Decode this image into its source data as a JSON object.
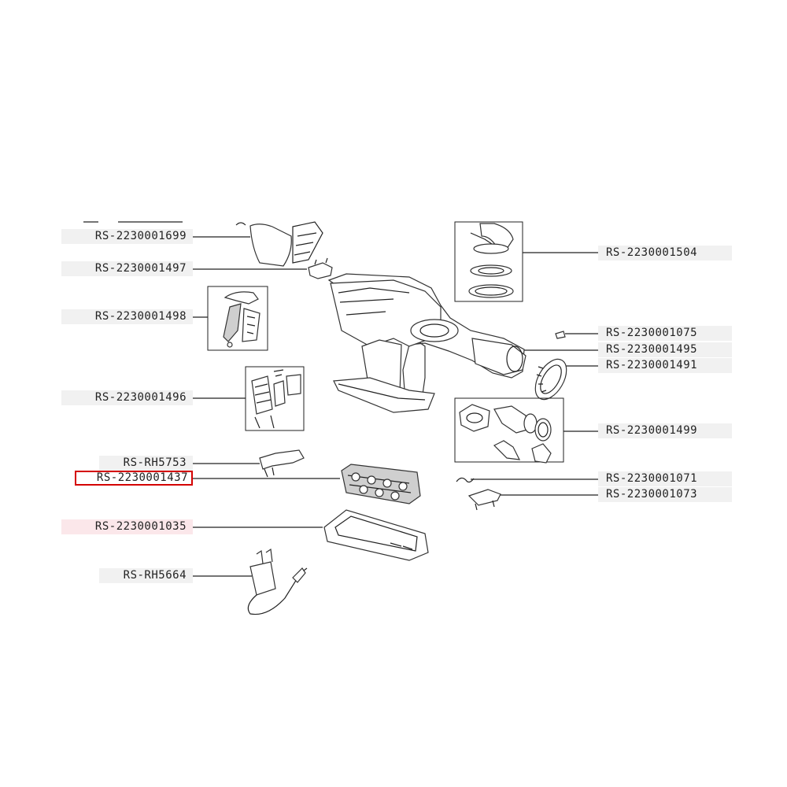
{
  "diagram": {
    "labels_left": [
      {
        "id": "1699",
        "text": "RS-2230001699"
      },
      {
        "id": "1497",
        "text": "RS-2230001497"
      },
      {
        "id": "1498",
        "text": "RS-2230001498"
      },
      {
        "id": "1496",
        "text": "RS-2230001496"
      },
      {
        "id": "5753",
        "text": "RS-RH5753"
      },
      {
        "id": "1437",
        "text": "RS-2230001437"
      },
      {
        "id": "1035",
        "text": "RS-2230001035"
      },
      {
        "id": "5664",
        "text": "RS-RH5664"
      }
    ],
    "labels_right": [
      {
        "id": "1504",
        "text": "RS-2230001504"
      },
      {
        "id": "1075",
        "text": "RS-2230001075"
      },
      {
        "id": "1495",
        "text": "RS-2230001495"
      },
      {
        "id": "1491",
        "text": "RS-2230001491"
      },
      {
        "id": "1499",
        "text": "RS-2230001499"
      },
      {
        "id": "1071",
        "text": "RS-2230001071"
      },
      {
        "id": "1073",
        "text": "RS-2230001073"
      }
    ],
    "highlighted_part": "RS-2230001437",
    "colors": {
      "highlight": "#d40000",
      "label_bg": "#f1f1f1",
      "tint": "#fbe7ea"
    }
  }
}
